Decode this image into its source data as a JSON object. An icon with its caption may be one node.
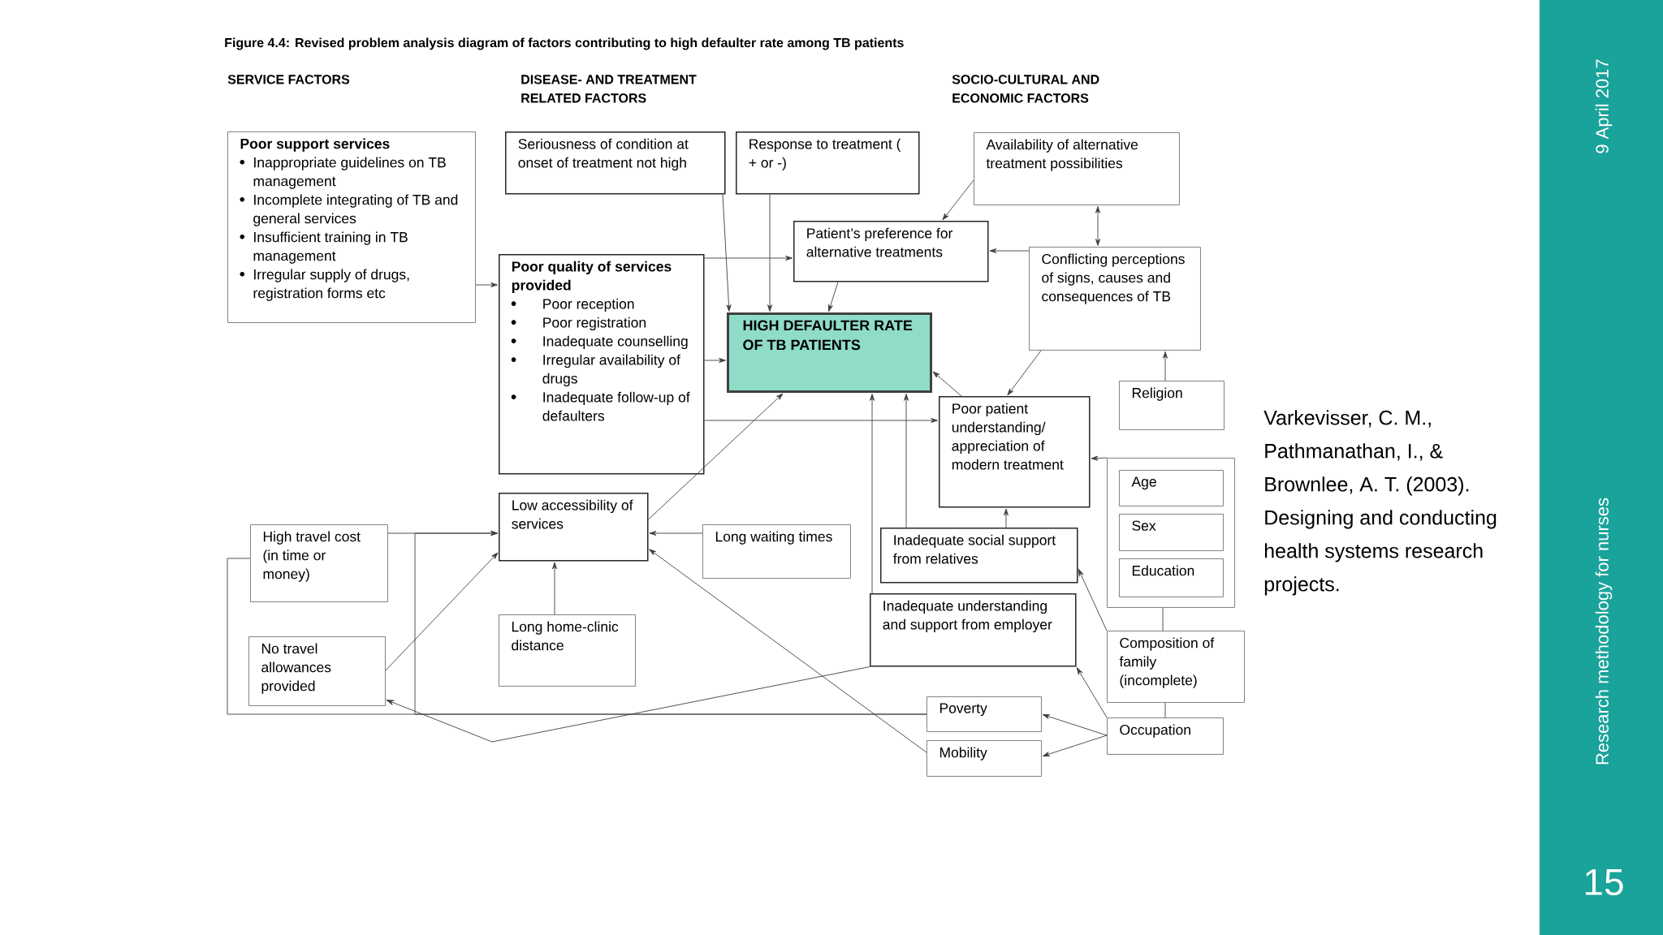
{
  "diagram": {
    "title": "Figure 4.4: Revised problem analysis diagram of factors contributing to high defaulter rate among TB patients",
    "nodes": [
      {
        "text": [
          "Poor support services",
          "Inappropriate guidelines on TB management",
          "Incomplete integrating of TB and general services",
          "Insufficient training in TB management",
          "Irregular supply of drugs, registration forms etc"
        ]
      },
      {
        "text": [
          "Seriousness of condition at onset of treatment not high"
        ]
      },
      {
        "text": [
          "Response to treatment ( + or -)"
        ]
      },
      {
        "text": [
          "Availability of alternative treatment possibilities"
        ]
      },
      {
        "text": [
          "Patient’s preference for alternative treatments"
        ]
      },
      {
        "text": [
          "Poor quality of services provided",
          "Poor reception",
          "Poor registration",
          "Inadequate counselling",
          "Irregular availability of drugs",
          "Inadequate follow-up of defaulters"
        ]
      },
      {
        "text": [
          "Conflicting perceptions of signs, causes and consequences of TB"
        ]
      },
      {
        "text": [
          "HIGH DEFAULTER RATE OF TB PATIENTS"
        ]
      },
      {
        "text": [
          "Religion"
        ]
      },
      {
        "text": [
          "Poor patient understanding/ appreciation of modern treatment"
        ]
      },
      {
        "text": [],
        "shape": "box"
      },
      {
        "text": [
          "Age"
        ],
        "in": 10
      },
      {
        "text": [
          "Sex"
        ],
        "in": 10
      },
      {
        "text": [
          "Education"
        ],
        "in": 10
      },
      {
        "text": [
          "Low accessibility of services"
        ]
      },
      {
        "text": [
          "High travel cost (in time or money)"
        ]
      },
      {
        "text": [
          "Long waiting times"
        ]
      },
      {
        "text": [
          "Inadequate social support from relatives"
        ]
      },
      {
        "text": [
          "Long home-clinic distance"
        ]
      },
      {
        "text": [
          "No travel allowances provided"
        ]
      },
      {
        "text": [
          "Inadequate understanding and support from employer"
        ]
      },
      {
        "text": [
          "Composition of family (incomplete)"
        ]
      },
      {
        "text": [
          "Poverty"
        ]
      },
      {
        "text": [
          "Occupation"
        ]
      },
      {
        "text": [
          "Mobility"
        ]
      }
    ],
    "edges": [
      {
        "from": 0,
        "to": 5,
        "arrow": "to"
      },
      {
        "from": 1,
        "to": 7,
        "arrow": "to"
      },
      {
        "from": 2,
        "to": 7,
        "arrow": "to"
      },
      {
        "from": 5,
        "to": 4,
        "arrow": "to"
      },
      {
        "from": 5,
        "to": 7,
        "arrow": "to"
      },
      {
        "from": 5,
        "to": 9,
        "arrow": "to"
      },
      {
        "from": 3,
        "to": 4,
        "arrow": "to"
      },
      {
        "from": 3,
        "to": 6,
        "arrow": "both"
      },
      {
        "from": 6,
        "to": 4,
        "arrow": "to"
      },
      {
        "from": 4,
        "to": 7,
        "arrow": "to"
      },
      {
        "from": 6,
        "to": 9,
        "arrow": "to"
      },
      {
        "from": 8,
        "to": 6,
        "arrow": "to"
      },
      {
        "from": 9,
        "to": 7,
        "arrow": "to"
      },
      {
        "from": 10,
        "to": 9,
        "arrow": "to"
      },
      {
        "from": 14,
        "to": 7,
        "arrow": "to"
      },
      {
        "from": 15,
        "to": 14,
        "arrow": "to"
      },
      {
        "from": 16,
        "to": 14,
        "arrow": "to"
      },
      {
        "from": 18,
        "to": 14,
        "arrow": "to"
      },
      {
        "from": 19,
        "to": 14,
        "arrow": "to"
      },
      {
        "from": 17,
        "to": 9,
        "arrow": "to"
      },
      {
        "from": 17,
        "to": 7,
        "arrow": "to"
      },
      {
        "from": 20,
        "to": 7,
        "arrow": "to"
      },
      {
        "from": 21,
        "to": 17,
        "arrow": "to"
      },
      {
        "from": 23,
        "to": 20,
        "arrow": "to"
      },
      {
        "from": 23,
        "to": 22,
        "arrow": "to"
      },
      {
        "from": 23,
        "to": 24,
        "arrow": "to"
      },
      {
        "from": 10,
        "to": 21,
        "arrow": "none"
      },
      {
        "from": 21,
        "to": 23,
        "arrow": "none"
      },
      {
        "from": 22,
        "to": 14,
        "arrow": "to"
      },
      {
        "from": 15,
        "to": 22,
        "arrow": "none"
      },
      {
        "from": 20,
        "to": 19,
        "arrow": "to"
      },
      {
        "from": 24,
        "to": 14,
        "arrow": "to"
      }
    ],
    "labels": [
      "SERVICE FACTORS",
      "DISEASE- AND TREATMENT RELATED FACTORS",
      "SOCIO-CULTURAL AND ECONOMIC FACTORS",
      "Varkevisser, C. M., Pathmanathan, I., & Brownlee, A. T. (2003). Designing and conducting health systems research projects.",
      "9 April 2017",
      "Research methodology for nurses",
      "15"
    ]
  }
}
